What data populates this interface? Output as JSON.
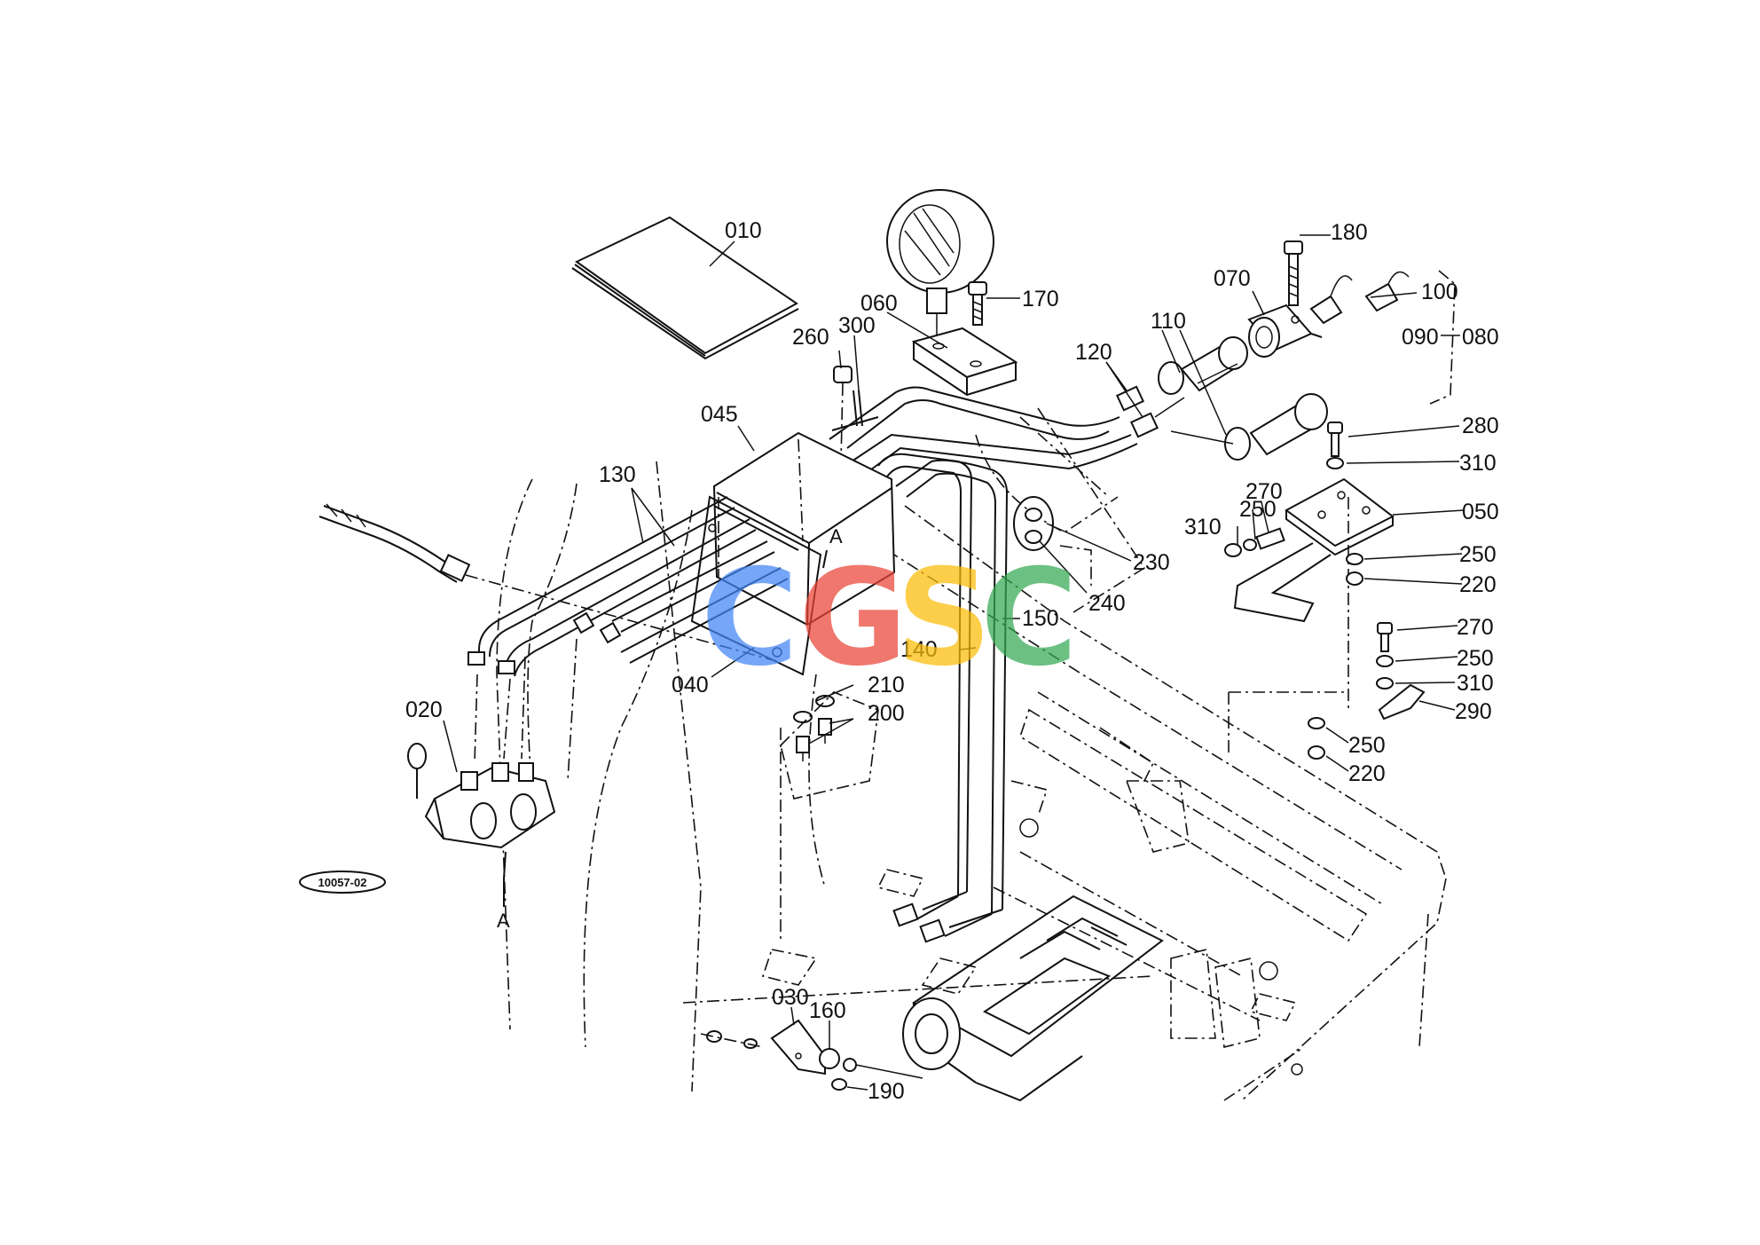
{
  "diagram": {
    "part_labels": {
      "p010": "010",
      "p020": "020",
      "p030": "030",
      "p040": "040",
      "p045": "045",
      "p050": "050",
      "p060": "060",
      "p070": "070",
      "p080": "080",
      "p090": "090",
      "p100": "100",
      "p110": "110",
      "p120": "120",
      "p130": "130",
      "p140": "140",
      "p150": "150",
      "p160": "160",
      "p170": "170",
      "p180": "180",
      "p190": "190",
      "p200": "200",
      "p210": "210",
      "p220a": "220",
      "p220b": "220",
      "p230": "230",
      "p240": "240",
      "p250a": "250",
      "p250b": "250",
      "p250c": "250",
      "p250d": "250",
      "p260": "260",
      "p270a": "270",
      "p270b": "270",
      "p280": "280",
      "p290": "290",
      "p300": "300",
      "p310a": "310",
      "p310b": "310",
      "p310c": "310"
    },
    "section_marks": {
      "top": "A",
      "bottom": "A"
    },
    "reference_code": "10057-02"
  },
  "watermark": {
    "letters": [
      "C",
      "G",
      "S",
      "C"
    ],
    "colors": [
      "#4285F4",
      "#EA4335",
      "#FBBC05",
      "#34A853"
    ]
  }
}
